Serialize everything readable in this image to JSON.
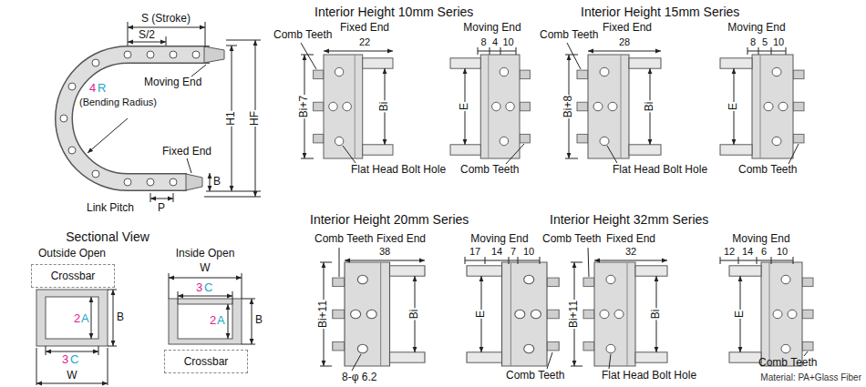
{
  "diagram": {
    "nodes": [
      {
        "text": [
          "Crossbar"
        ]
      },
      {
        "text": [
          "Crossbar"
        ]
      }
    ],
    "labels": [
      "S (Stroke)",
      "S/2",
      "4",
      "R",
      "(Bending Radius)",
      "Moving End",
      "Fixed End",
      "H1",
      "HF",
      "B",
      "Link Pitch",
      "P",
      "Sectional View",
      "Outside Open",
      "2",
      "A",
      "B",
      "3",
      "C",
      "W",
      "Inside Open",
      "W",
      "3",
      "C",
      "2",
      "A",
      "B",
      "Interior Height 10mm Series",
      "Comb Teeth",
      "Fixed End",
      "22",
      "Moving End",
      "8",
      "4",
      "10",
      "Bi+7",
      "Bi",
      "E",
      "Flat Head Bolt Hole",
      "Comb Teeth",
      "Interior Height 15mm Series",
      "Comb Teeth",
      "Fixed End",
      "28",
      "Moving End",
      "8",
      "5",
      "10",
      "Bi+8",
      "Bi",
      "E",
      "Flat Head Bolt Hole",
      "Comb Teeth",
      "Interior Height 20mm Series",
      "Comb Teeth",
      "Fixed End",
      "38",
      "Moving End",
      "17",
      "14",
      "7",
      "10",
      "Bi+11",
      "Bi",
      "E",
      "8-φ 6.2",
      "Comb Teeth",
      "Interior Height 32mm Series",
      "Comb Teeth",
      "Fixed End",
      "32",
      "Moving End",
      "12",
      "14",
      "6",
      "10",
      "Bi+11",
      "Bi",
      "E",
      "Flat Head Bolt Hole",
      "Comb Teeth",
      "Material: PA+Glass Fiber"
    ]
  }
}
